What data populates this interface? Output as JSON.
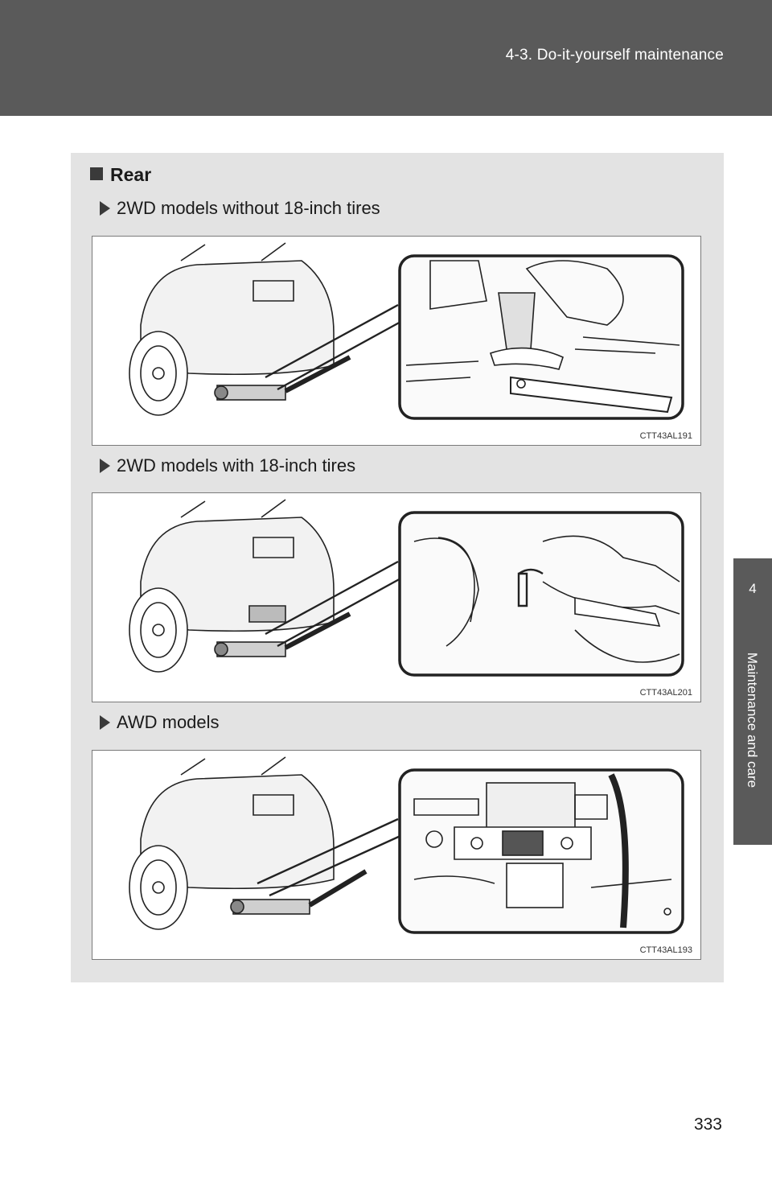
{
  "header": {
    "section_title": "4-3. Do-it-yourself maintenance"
  },
  "side_tab": {
    "chapter_number": "4",
    "chapter_title": "Maintenance and care"
  },
  "section": {
    "heading": "Rear",
    "figures": [
      {
        "caption": "2WD models without 18-inch tires",
        "code": "CTT43AL191"
      },
      {
        "caption": "2WD models with 18-inch tires",
        "code": "CTT43AL201"
      },
      {
        "caption": "AWD models",
        "code": "CTT43AL193"
      }
    ]
  },
  "footer": {
    "page_number": "333"
  }
}
